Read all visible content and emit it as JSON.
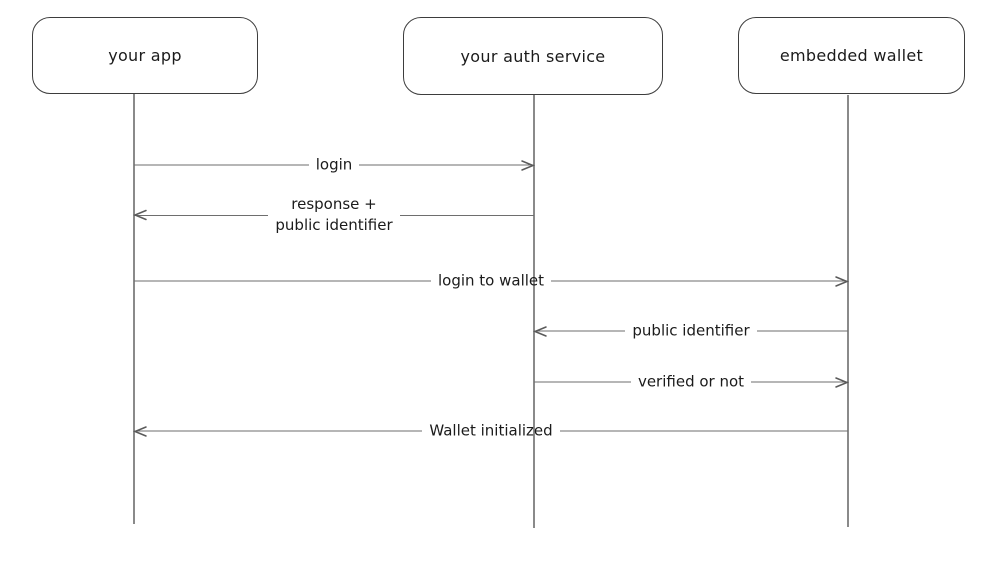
{
  "diagram": {
    "type": "sequence-diagram",
    "background_color": "#ffffff",
    "line_color": "#6e6e6e",
    "box_border_color": "#3d3d3d",
    "text_color": "#1b1b1b",
    "actors": [
      {
        "id": "your-app",
        "label": "your app"
      },
      {
        "id": "your-auth-service",
        "label": "your auth service"
      },
      {
        "id": "embedded-wallet",
        "label": "embedded wallet"
      }
    ],
    "messages": [
      {
        "from": "your app",
        "to": "your auth service",
        "direction": "right",
        "label": "login"
      },
      {
        "from": "your auth service",
        "to": "your app",
        "direction": "left",
        "label": "response +",
        "label2": "public identifier"
      },
      {
        "from": "your app",
        "to": "embedded wallet",
        "direction": "right",
        "label": "login to wallet"
      },
      {
        "from": "embedded wallet",
        "to": "your auth service",
        "direction": "left",
        "label": "public identifier"
      },
      {
        "from": "your auth service",
        "to": "embedded wallet",
        "direction": "right",
        "label": "verified or not"
      },
      {
        "from": "embedded wallet",
        "to": "your app",
        "direction": "left",
        "label": "Wallet initialized"
      }
    ]
  }
}
